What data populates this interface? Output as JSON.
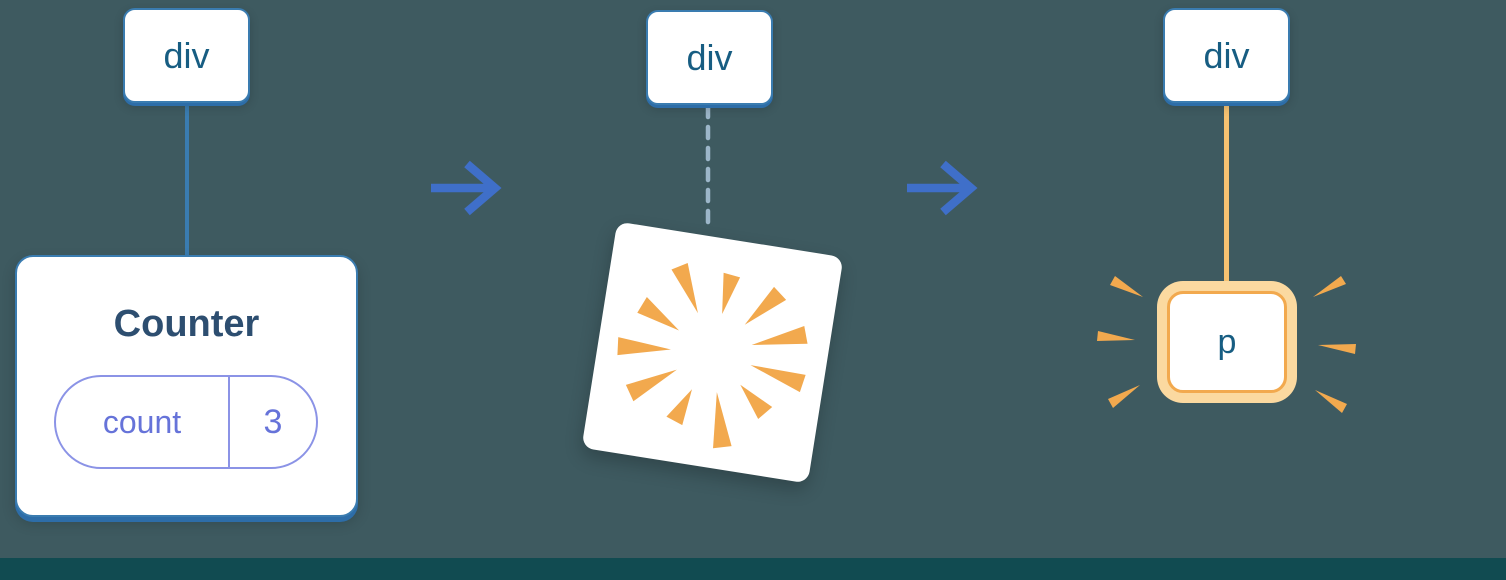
{
  "colors": {
    "background": "#3e5a60",
    "bottom_strip": "#114b51",
    "blue_border": "#3a7cb0",
    "blue_edge": "#2d6da8",
    "blue_text": "#175d82",
    "navy_text": "#2d4e70",
    "arrow_blue": "#3f6fc9",
    "dash_blue": "#9cb6c9",
    "purple_border": "#8b93e6",
    "purple_text": "#6673d9",
    "orange": "#f2a94e",
    "orange_line": "#f6c271",
    "orange_ring": "#fbd9a0"
  },
  "stages": {
    "before": {
      "root_tag": "div",
      "component": {
        "name": "Counter",
        "state_key": "count",
        "state_value": "3"
      }
    },
    "during": {
      "root_tag": "div"
    },
    "after": {
      "root_tag": "div",
      "new_element_tag": "p"
    }
  },
  "icons": {
    "arrow_right": "→",
    "poof_burst": "orange-burst-rays",
    "sparkles": "orange-sparkle-dashes"
  }
}
